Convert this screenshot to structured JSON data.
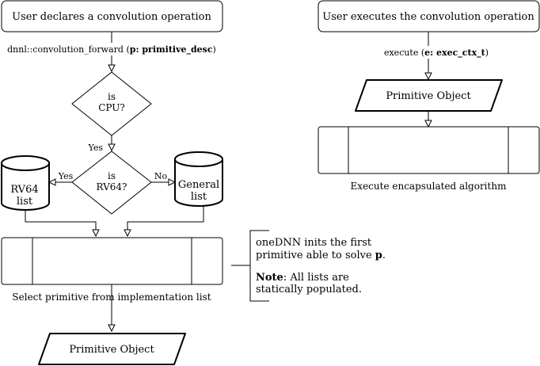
{
  "left_flow": {
    "start_label": "User declares a convolution operation",
    "call_text": "dnnl::convolution_forward (",
    "call_param": "p: primitive_desc",
    "call_close": ")",
    "decision_cpu": [
      "is",
      "CPU?"
    ],
    "yes_label_1": "Yes",
    "decision_rv64": [
      "is",
      "RV64?"
    ],
    "yes_label_2": "Yes",
    "no_label": "No",
    "rv64_list": [
      "RV64",
      "list"
    ],
    "general_list": [
      "General",
      "list"
    ],
    "select_caption": "Select primitive from implementation list",
    "output": "Primitive Object"
  },
  "annotation": {
    "line1": "oneDNN inits the first",
    "line2_text": "primitive able to solve ",
    "line2_bold": "p",
    "line2_end": ".",
    "note_bold": "Note",
    "note_text": ": All lists are",
    "note_line2": "statically populated."
  },
  "right_flow": {
    "start_label": "User executes the convolution operation",
    "call_text": "execute (",
    "call_param": "e: exec_ctx_t",
    "call_close": ")",
    "object": "Primitive Object",
    "caption": "Execute encapsulated algorithm"
  }
}
